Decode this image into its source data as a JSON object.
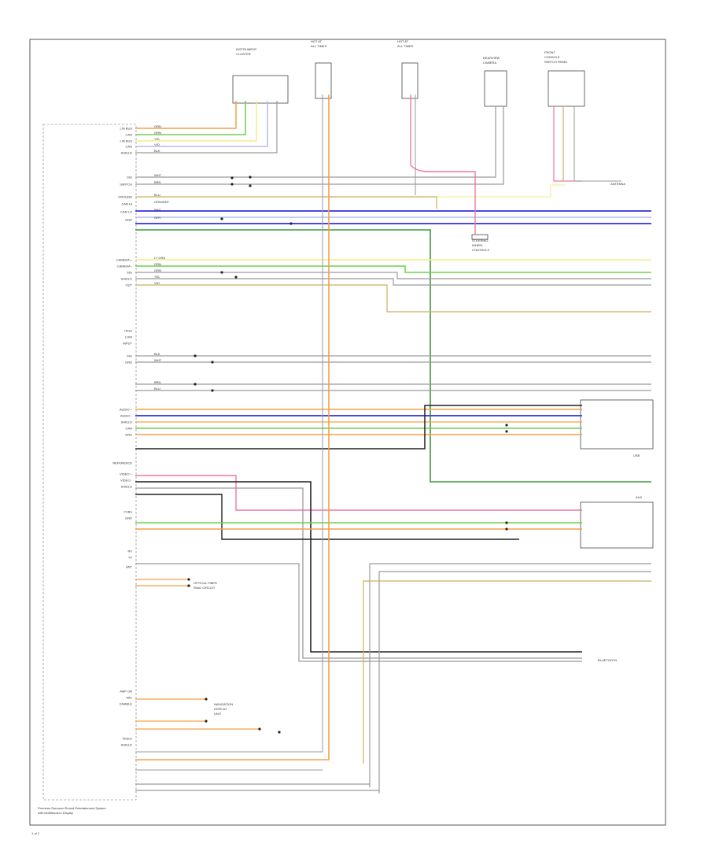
{
  "diagram": {
    "page_number": "1 of 2",
    "footer_title": "Premium Surround Sound Entertainment System",
    "footer_subtitle": "with Multifunction Display"
  },
  "components": [
    {
      "id": "instrument-cluster",
      "lines": [
        "INSTRUMENT",
        "CLUSTER"
      ]
    },
    {
      "id": "hot-at-all-times-1",
      "lines": [
        "HOT AT",
        "ALL TIMES"
      ]
    },
    {
      "id": "hot-at-all-times-2",
      "lines": [
        "HOT AT",
        "ALL TIMES"
      ]
    },
    {
      "id": "rearview-camera",
      "lines": [
        "REARVIEW",
        "CAMERA"
      ]
    },
    {
      "id": "front-console-switch",
      "lines": [
        "FRONT",
        "CONSOLE",
        "SWITCH PANEL"
      ]
    },
    {
      "id": "steering-wheel-controls",
      "lines": [
        "STEERING",
        "WHEEL",
        "CONTROLS"
      ]
    },
    {
      "id": "usb-port",
      "lines": [
        "USB"
      ]
    },
    {
      "id": "aux-input",
      "lines": [
        "AUX"
      ]
    },
    {
      "id": "bluetooth-module",
      "lines": [
        "BLUETOOTH"
      ]
    },
    {
      "id": "antenna",
      "lines": [
        "ANTENNA"
      ]
    },
    {
      "id": "optical-loop",
      "lines": [
        "OPTICAL FIBER",
        "RING CIRCUIT"
      ]
    },
    {
      "id": "navigation-unit",
      "lines": [
        "NAVIGATION",
        "DISPLAY",
        "UNIT"
      ]
    }
  ],
  "left_pins": [
    "LIN BUS",
    "CAN",
    "LIN BUS",
    "CAN",
    "SHIELD",
    "SIG",
    "SWITCH",
    "GROUND",
    "CAN HI",
    "CAN LO",
    "GND",
    "CAMERA +",
    "CAMERA -",
    "SIG",
    "SHIELD",
    "OUT",
    "HIGH",
    "LOW",
    "INPUT",
    "SIG",
    "GND",
    "AUDIO +",
    "AUDIO -",
    "SHIELD",
    "CAN",
    "GND",
    "REFERENCE",
    "VIDEO +",
    "VIDEO -",
    "SHIELD",
    "CVBS",
    "GND",
    "RX",
    "TX",
    "ANT",
    "AMP ON",
    "MIC",
    "ENABLE",
    "VIDEO",
    "SHIELD"
  ],
  "wire_colors": [
    "ORN",
    "GRN",
    "YEL",
    "VIO",
    "BLK",
    "WHT",
    "BRN",
    "BLU",
    "GRN/WHT",
    "RED",
    "GRY",
    "LT GRN"
  ],
  "colors": {
    "orange": "#f5a04a",
    "green": "#6fd04e",
    "yellow": "#f0ee8a",
    "blue": "#4a4ae0",
    "lavender": "#b8b8f0",
    "dark_green": "#3c9a3c",
    "pink": "#f07a9a",
    "gray": "#9a9a9a",
    "black": "#222222",
    "tan": "#c8b060"
  }
}
